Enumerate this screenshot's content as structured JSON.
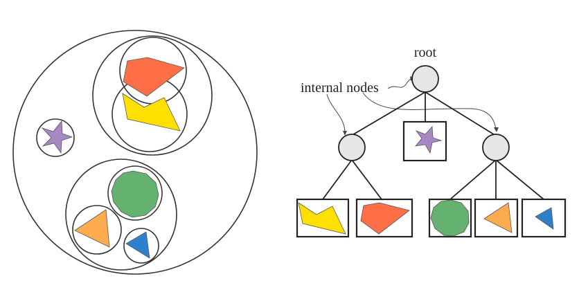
{
  "diagram": {
    "title": "Bounding-volume hierarchy of shapes and its tree representation",
    "labels": {
      "root": "root",
      "internal_nodes": "internal nodes"
    },
    "colors": {
      "red_polygon": "#ff6f47",
      "yellow_polygon": "#ffe000",
      "purple_star": "#a689c2",
      "green_polygon": "#64b170",
      "orange_triangle": "#ffab4f",
      "blue_triangle": "#2f80cc",
      "node_fill": "#e6e6e8"
    },
    "left_panel": {
      "description": "nested circles enclosing shapes",
      "groups": [
        {
          "name": "top-group",
          "members": [
            "red-polygon",
            "yellow-polygon"
          ]
        },
        {
          "name": "star-group",
          "members": [
            "purple-star"
          ]
        },
        {
          "name": "bottom-group",
          "members": [
            "green-polygon",
            "orange-triangle",
            "blue-triangle"
          ]
        }
      ]
    },
    "tree": {
      "root": {
        "children": [
          {
            "type": "internal",
            "children": [
              "yellow-polygon",
              "red-polygon"
            ]
          },
          {
            "type": "leaf",
            "shape": "purple-star"
          },
          {
            "type": "internal",
            "children": [
              "green-polygon",
              "orange-triangle",
              "blue-triangle"
            ]
          }
        ]
      }
    }
  }
}
